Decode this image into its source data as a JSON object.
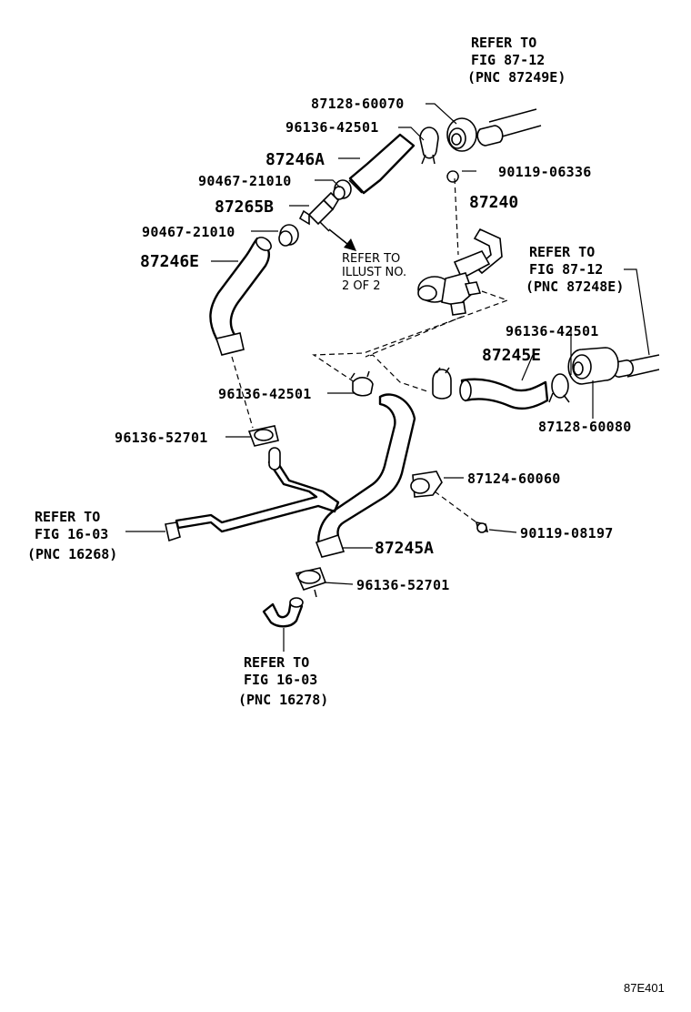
{
  "references": {
    "top_right": [
      "REFER TO",
      "FIG 87-12",
      "(PNC 87249E)"
    ],
    "mid_right": [
      "REFER TO",
      "FIG 87-12",
      "(PNC 87248E)"
    ],
    "left": [
      "REFER TO",
      "FIG 16-03",
      "(PNC 16268)"
    ],
    "bottom": [
      "REFER TO",
      "FIG 16-03",
      "(PNC 16278)"
    ],
    "illust": [
      "REFER TO",
      "ILLUST NO.",
      "2 OF 2"
    ]
  },
  "parts": {
    "p87128_60070": "87128-60070",
    "p96136_42501_top": "96136-42501",
    "p87246A": "87246A",
    "p90119_06336": "90119-06336",
    "p90467_21010_a": "90467-21010",
    "p87240": "87240",
    "p87265B": "87265B",
    "p90467_21010_b": "90467-21010",
    "p87246E": "87246E",
    "p96136_42501_right": "96136-42501",
    "p87245E": "87245E",
    "p87128_60080": "87128-60080",
    "p96136_42501_mid": "96136-42501",
    "p96136_52701_left": "96136-52701",
    "p87124_60060": "87124-60060",
    "p90119_08197": "90119-08197",
    "p87245A": "87245A",
    "p96136_52701_bottom": "96136-52701"
  },
  "figure_number": "87E401"
}
